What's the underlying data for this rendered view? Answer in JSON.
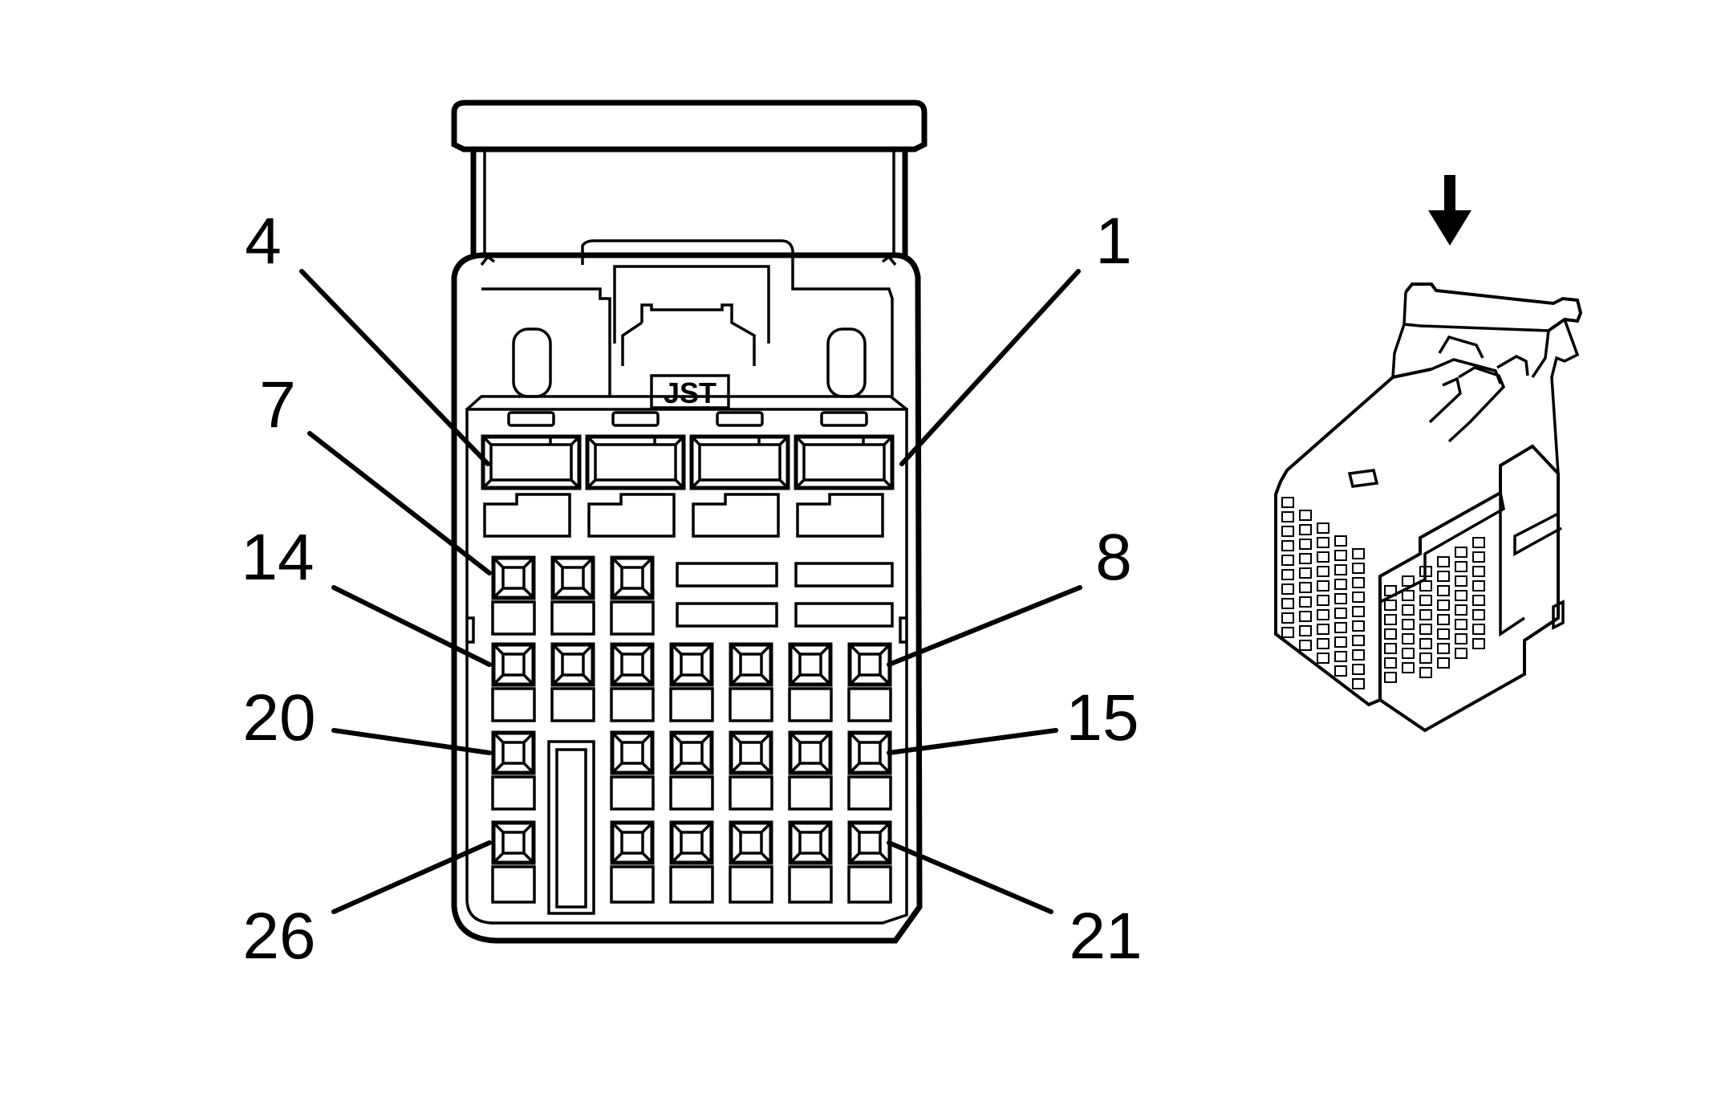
{
  "connector": {
    "brand": "JST",
    "colors": {
      "line": "#000000",
      "background": "#ffffff"
    }
  },
  "pin_labels": [
    {
      "id": "4",
      "text": "4"
    },
    {
      "id": "1",
      "text": "1"
    },
    {
      "id": "7",
      "text": "7"
    },
    {
      "id": "14",
      "text": "14"
    },
    {
      "id": "8",
      "text": "8"
    },
    {
      "id": "20",
      "text": "20"
    },
    {
      "id": "15",
      "text": "15"
    },
    {
      "id": "26",
      "text": "26"
    },
    {
      "id": "21",
      "text": "21"
    }
  ],
  "view_icon": "down-arrow-icon"
}
